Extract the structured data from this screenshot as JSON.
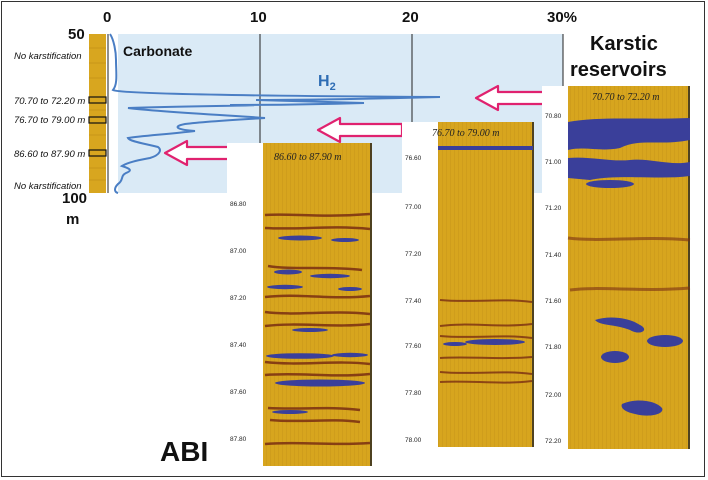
{
  "panel": {
    "carbonate_label": "Carbonate",
    "h2_label": "H",
    "h2_sub": "2",
    "karstic_line1": "Karstic",
    "karstic_line2": "reservoirs",
    "abi_label": "ABI",
    "top_axis_ticks": [
      "0",
      "10",
      "20",
      "30%"
    ],
    "depth_axis": {
      "top": "50",
      "bottom": "100",
      "unit": "m"
    },
    "depth_annotations": [
      "No karstification",
      "70.70 to 72.20 m",
      "76.70 to 79.00 m",
      "86.60 to 87.90 m",
      "No karstification"
    ]
  },
  "colors": {
    "carbonate_band": "#daeaf6",
    "h2_curve": "#4a7ec4",
    "arrow": "#e0226f",
    "borehole_bg": "#d9a91f",
    "cavity": "#3a3f9a",
    "fracture": "#7a2e12"
  },
  "icons": [
    "arrow-left-icon"
  ],
  "images": [
    {
      "caption": "86.60 to 87.90 m",
      "ticks": [
        "86.80",
        "87.00",
        "87.20",
        "87.40",
        "87.60",
        "87.80"
      ]
    },
    {
      "caption": "76.70 to 79.00 m",
      "ticks": [
        "76.60",
        "77.00",
        "77.20",
        "77.40",
        "77.60",
        "77.80",
        "78.00"
      ]
    },
    {
      "caption": "70.70 to 72.20 m",
      "ticks": [
        "70.80",
        "71.00",
        "71.20",
        "71.40",
        "71.60",
        "71.80",
        "72.00",
        "72.20"
      ]
    }
  ]
}
